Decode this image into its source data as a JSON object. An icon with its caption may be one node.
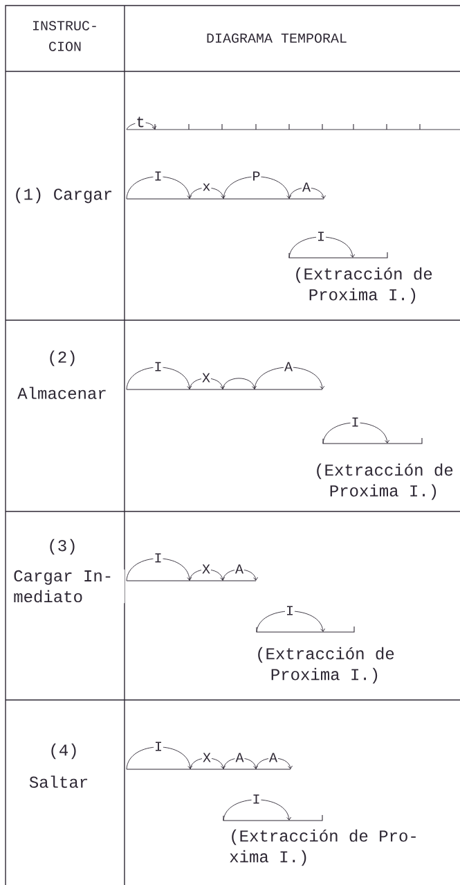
{
  "diagram": {
    "labels": [
      "INSTRUC- CION",
      "DIAGRAMA TEMPORAL",
      "t",
      "(1) Cargar",
      "I",
      "x",
      "P",
      "A",
      "I",
      "(Extracción de Proxima I.)",
      "(2)",
      "Almacenar",
      "I",
      "X",
      "A",
      "I",
      "(Extracción de Proxima I.)",
      "(3)",
      "Cargar In- mediato",
      "I",
      "X",
      "A",
      "I",
      "(Extracción de Proxima I.)",
      "(4)",
      "Saltar",
      "I",
      "X",
      "A",
      "A",
      "I",
      "(Extracción de Pro- xima I.)"
    ]
  }
}
